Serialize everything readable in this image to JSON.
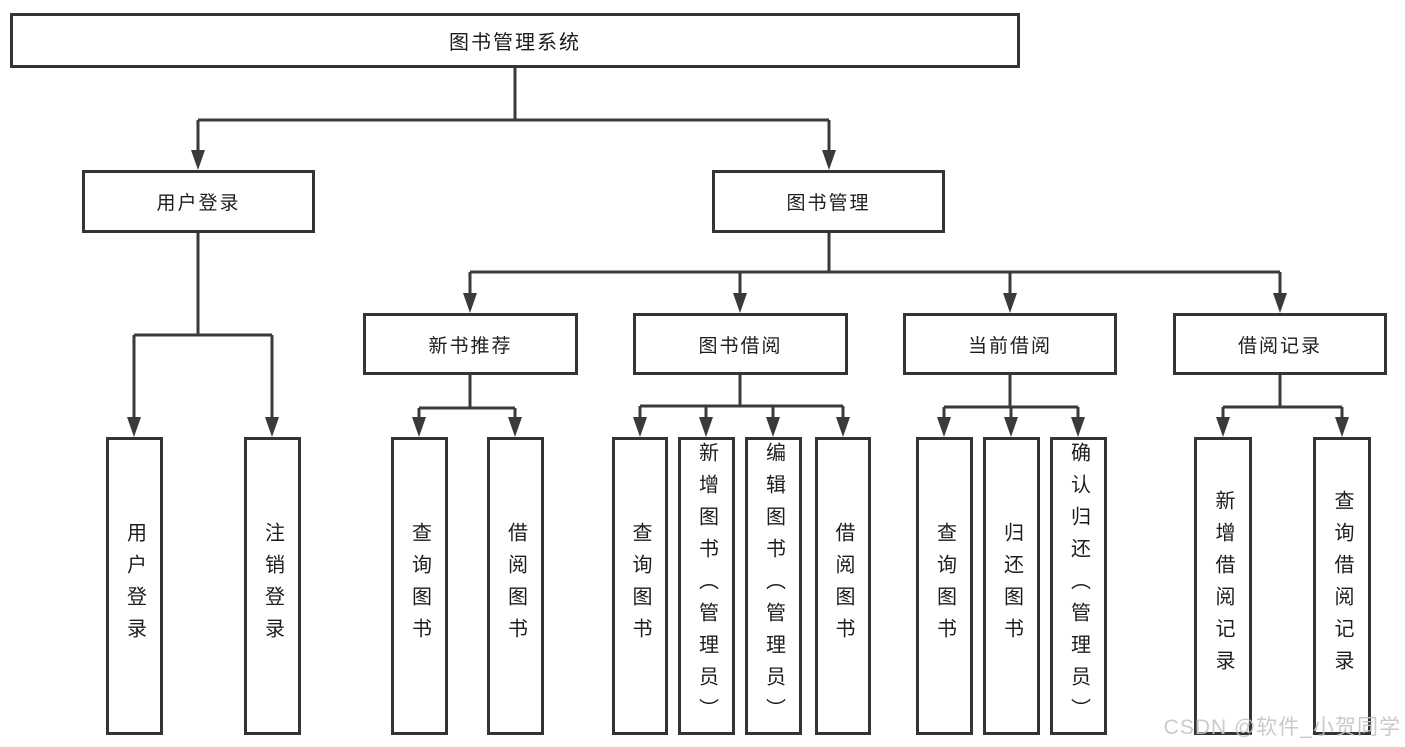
{
  "diagram_type": "hierarchy-tree",
  "watermark": "CSDN @软件_小贺同学",
  "colors": {
    "background": "#ffffff",
    "line": "#3a3a3a",
    "box_border": "#343434",
    "text": "#1d1d1d",
    "watermark": "#c6c6c6"
  },
  "tree": {
    "label": "图书管理系统",
    "children": [
      {
        "label": "用户登录",
        "children": [
          {
            "label": "用户登录"
          },
          {
            "label": "注销登录"
          }
        ]
      },
      {
        "label": "图书管理",
        "children": [
          {
            "label": "新书推荐",
            "children": [
              {
                "label": "查询图书"
              },
              {
                "label": "借阅图书"
              }
            ]
          },
          {
            "label": "图书借阅",
            "children": [
              {
                "label": "查询图书"
              },
              {
                "label": "新增图书（管理员）"
              },
              {
                "label": "编辑图书（管理员）"
              },
              {
                "label": "借阅图书"
              }
            ]
          },
          {
            "label": "当前借阅",
            "children": [
              {
                "label": "查询图书"
              },
              {
                "label": "归还图书"
              },
              {
                "label": "确认归还（管理员）"
              }
            ]
          },
          {
            "label": "借阅记录",
            "children": [
              {
                "label": "新增借阅记录"
              },
              {
                "label": "查询借阅记录"
              }
            ]
          }
        ]
      }
    ]
  }
}
